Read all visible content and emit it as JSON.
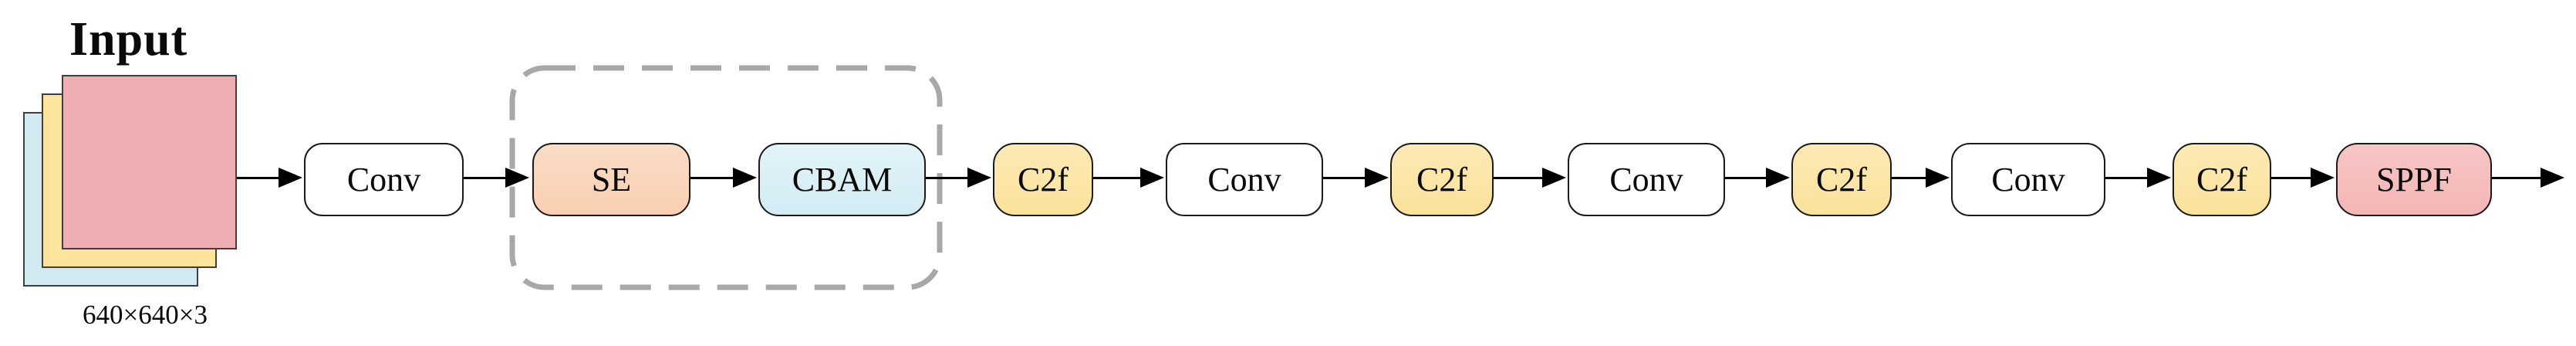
{
  "diagram": {
    "kind": "neural-network-backbone-flow",
    "input": {
      "label": "Input",
      "dimensions": "640×640×3",
      "layers": [
        "back-cyan",
        "middle-yellow",
        "front-pink"
      ]
    },
    "attention_group": {
      "style": "dashed-rounded-rectangle",
      "contains": [
        "SE",
        "CBAM"
      ]
    },
    "nodes": [
      {
        "label": "Conv",
        "type": "conv"
      },
      {
        "label": "SE",
        "type": "se"
      },
      {
        "label": "CBAM",
        "type": "cbam"
      },
      {
        "label": "C2f",
        "type": "c2f"
      },
      {
        "label": "Conv",
        "type": "conv"
      },
      {
        "label": "C2f",
        "type": "c2f"
      },
      {
        "label": "Conv",
        "type": "conv"
      },
      {
        "label": "C2f",
        "type": "c2f"
      },
      {
        "label": "Conv",
        "type": "conv"
      },
      {
        "label": "C2f",
        "type": "c2f"
      },
      {
        "label": "SPPF",
        "type": "sppf"
      }
    ],
    "colors": {
      "conv_fill": "#ffffff",
      "se_fill": "#f9cfb0",
      "cbam_fill": "#d3ecf4",
      "c2f_fill": "#fbe29b",
      "sppf_fill": "#f4b6b5",
      "input_layer_front": "#efafb2",
      "input_layer_middle": "#fce49d",
      "input_layer_back": "#d1eaf1",
      "dashed_border": "#a8a8a8",
      "arrow": "#000000"
    }
  }
}
